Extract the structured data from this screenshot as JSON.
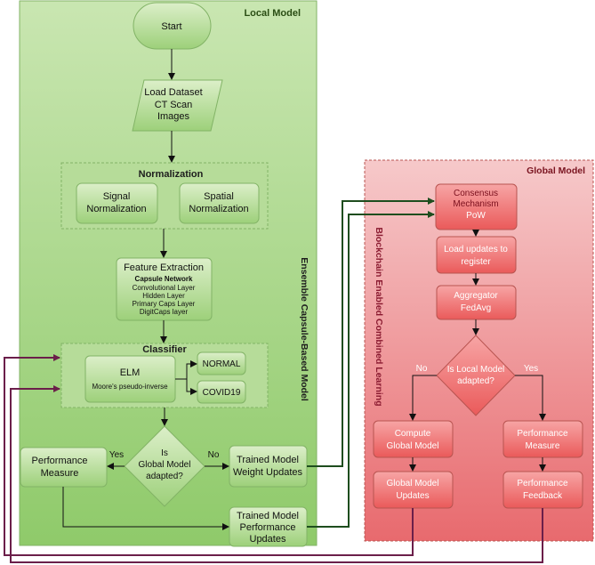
{
  "local": {
    "title": "Local Model",
    "side_label": "Ensemble Capsule-Based Model",
    "start": "Start",
    "load_dataset": {
      "line1": "Load Dataset",
      "line2": "CT Scan",
      "line3": "Images"
    },
    "normalization": {
      "title": "Normalization",
      "signal": {
        "line1": "Signal",
        "line2": "Normalization"
      },
      "spatial": {
        "line1": "Spatial",
        "line2": "Normalization"
      }
    },
    "feature": {
      "title": "Feature Extraction",
      "line1": "Capsule Network",
      "line2": "Convolutional Layer",
      "line3": "Hidden Layer",
      "line4": "Primary Caps Layer",
      "line5": "DigitCaps layer"
    },
    "classifier": {
      "title": "Classifier",
      "elm": "ELM",
      "elm_sub": "Moore's pseudo-inverse",
      "normal": "NORMAL",
      "covid": "COVID19"
    },
    "decision": {
      "line1": "Is",
      "line2": "Global Model",
      "line3": "adapted?",
      "yes": "Yes",
      "no": "No"
    },
    "performance": {
      "line1": "Performance",
      "line2": "Measure"
    },
    "weight_updates": {
      "line1": "Trained Model",
      "line2": "Weight Updates"
    },
    "perf_updates": {
      "line1": "Trained Model",
      "line2": "Performance",
      "line3": "Updates"
    }
  },
  "global": {
    "title": "Global Model",
    "side_label": "Blockchain Enabled Combined Learning",
    "consensus": {
      "line1": "Consensus",
      "line2": "Mechanism",
      "line3": "PoW"
    },
    "load_updates": {
      "line1": "Load updates to",
      "line2": "register"
    },
    "aggregator": {
      "line1": "Aggregator",
      "line2": "FedAvg"
    },
    "decision": {
      "line1": "Is Local Model",
      "line2": "adapted?",
      "yes": "Yes",
      "no": "No"
    },
    "compute": {
      "line1": "Compute",
      "line2": "Global Model"
    },
    "global_updates": {
      "line1": "Global Model",
      "line2": "Updates"
    },
    "perf_measure": {
      "line1": "Performance",
      "line2": "Measure"
    },
    "perf_feedback": {
      "line1": "Performance",
      "line2": "Feedback"
    }
  },
  "colors": {
    "local_bg": "#a6d388",
    "green_node": "#b8e09c",
    "green_border": "#82b366",
    "global_bg": "#ec8a8d",
    "red_node": "#ef6b6b",
    "red_border": "#b85450",
    "red_text": "#ffffff",
    "dark_green_line": "#1e4d1e",
    "purple_line": "#6b1f4a",
    "title_green": "#2a4d14",
    "title_red": "#7a1420"
  }
}
